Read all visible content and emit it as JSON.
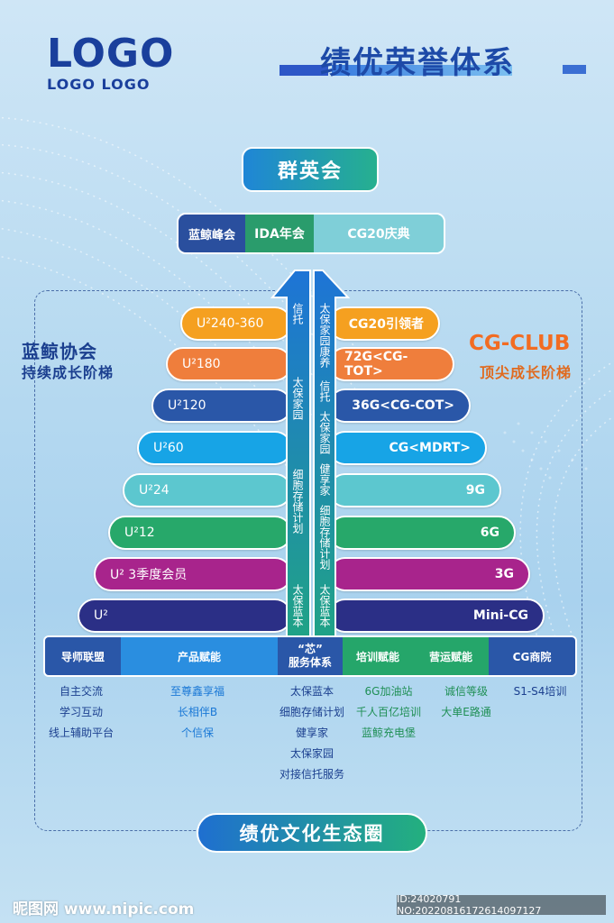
{
  "logo": {
    "main": "LOGO",
    "sub": "LOGO LOGO"
  },
  "title": "绩优荣誉体系",
  "top": {
    "label": "群英会"
  },
  "row2": {
    "a": "蓝鲸峰会",
    "b": "IDA年会",
    "c": "CG20庆典"
  },
  "left_side": {
    "line1": "蓝鲸协会",
    "line2": "持续成长阶梯"
  },
  "right_side": {
    "line1": "CG-CLUB",
    "line2": "顶尖成长阶梯"
  },
  "tiers": [
    {
      "left": "U²240-360",
      "right": "CG20引领者",
      "color": "#f5a020"
    },
    {
      "left": "U²180",
      "right": "72G<CG-TOT>",
      "color": "#ef7e3c"
    },
    {
      "left": "U²120",
      "right": "36G<CG-COT>",
      "color": "#2a57a8"
    },
    {
      "left": "U²60",
      "right": "CG<MDRT>",
      "color": "#17a4e6"
    },
    {
      "left": "U²24",
      "right": "9G",
      "color": "#5cc7cf"
    },
    {
      "left": "U²12",
      "right": "6G",
      "color": "#27a86a"
    },
    {
      "left": "U² 3季度会员",
      "right": "3G",
      "color": "#a8248c"
    },
    {
      "left": "U²",
      "right": "Mini-CG",
      "color": "#2b2f86"
    }
  ],
  "arrow_left": [
    "信托",
    "太保家园",
    "细胞存储计划",
    "太保蓝本"
  ],
  "arrow_right": [
    "太保家园康养",
    "信托",
    "太保家园",
    "健享家",
    "细胞存储计划",
    "太保蓝本"
  ],
  "bar": {
    "b1": "导师联盟",
    "b2": "产品赋能",
    "b3_line1": "“芯”",
    "b3_line2": "服务体系",
    "b4": "培训赋能",
    "b5": "营运赋能",
    "b6": "CG商院"
  },
  "columns": {
    "col1": [
      "自主交流",
      "学习互动",
      "线上辅助平台"
    ],
    "col2": [
      "至尊鑫享福",
      "长相伴B",
      "个信保"
    ],
    "col3": [
      "太保蓝本",
      "细胞存储计划",
      "健享家",
      "太保家园",
      "对接信托服务"
    ],
    "col4": [
      "6G加油站",
      "千人百亿培训",
      "蓝鲸充电堡"
    ],
    "col5": [
      "诚信等级",
      "大单E路通"
    ],
    "col6": [
      "S1-S4培训"
    ]
  },
  "bottom": {
    "label": "绩优文化生态圈"
  },
  "watermark": {
    "left": "昵图网 www.nipic.com",
    "right": "ID:24020791 NO:20220816172614097127"
  }
}
